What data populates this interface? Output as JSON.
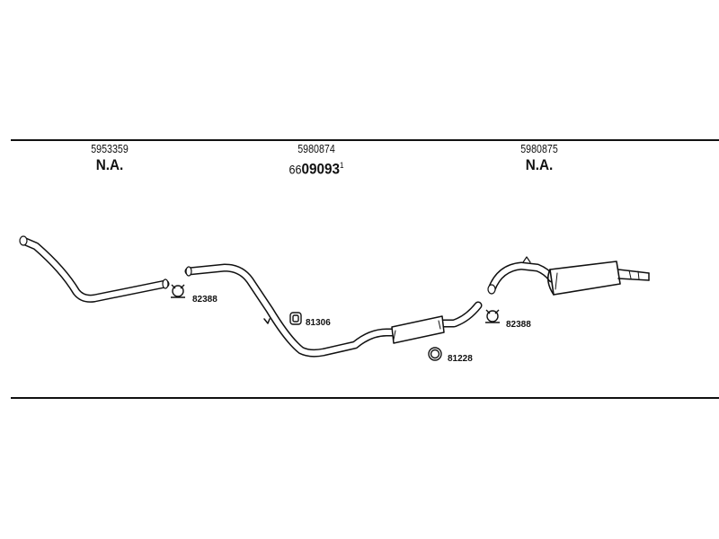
{
  "parts": {
    "front_pipe": {
      "number": "5953359",
      "status": "N.A."
    },
    "middle_section": {
      "number": "5980874",
      "alt_prefix": "66",
      "alt_main": "09093",
      "alt_sup": "1"
    },
    "rear_silencer": {
      "number": "5980875",
      "status": "N.A."
    }
  },
  "fittings": {
    "clamp_front": "82388",
    "hanger_middle": "81306",
    "ring_middle": "81228",
    "clamp_rear": "82388"
  }
}
